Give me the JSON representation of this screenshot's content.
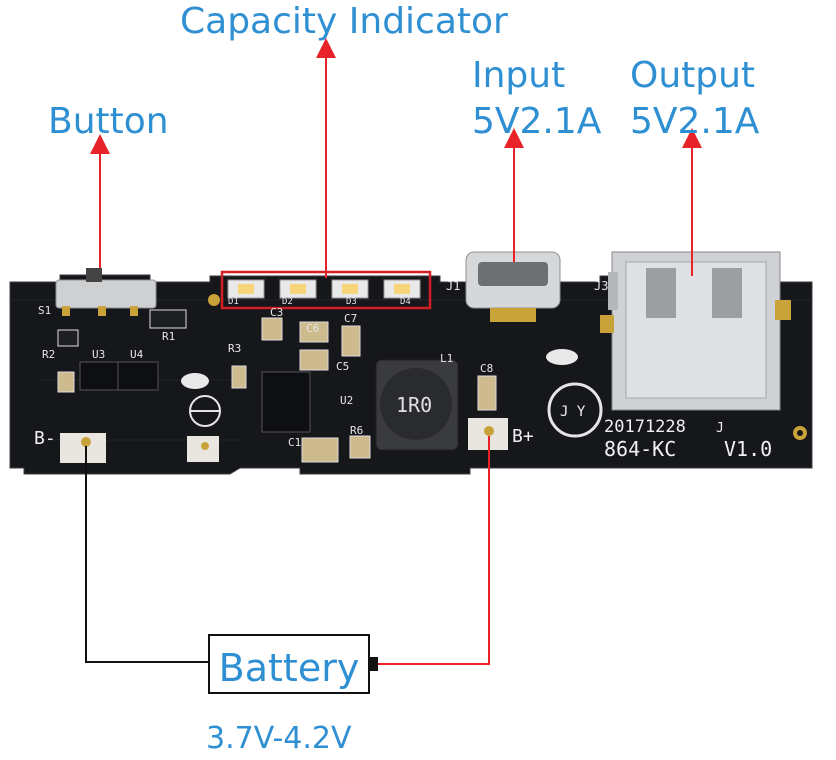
{
  "labels": {
    "capacity_indicator": "Capacity Indicator",
    "button": "Button",
    "input_line1": "Input",
    "input_line2": "5V2.1A",
    "output_line1": "Output",
    "output_line2": "5V2.1A",
    "battery": "Battery",
    "battery_voltage": "3.7V-4.2V"
  },
  "board": {
    "pad_negative": "B-",
    "pad_positive": "B+",
    "date_code": "20171228",
    "model": "864-KC",
    "version": "V1.0",
    "inductor_marking": "1R0",
    "logo_letters": "J Y",
    "silk_j": "J",
    "refs": {
      "s1": "S1",
      "j1": "J1",
      "j3": "J3",
      "u2": "U2",
      "u3": "U3",
      "u4": "U4",
      "l1": "L1",
      "r1": "R1",
      "r2": "R2",
      "r3": "R3",
      "r6": "R6",
      "c1": "C1",
      "c3": "C3",
      "c5": "C5",
      "c6": "C6",
      "c7": "C7",
      "c8": "C8",
      "d1": "D1",
      "d2": "D2",
      "d3": "D3",
      "d4": "D4"
    }
  },
  "colors": {
    "label_blue": "#2f8fd3",
    "arrow_red": "#e8232a",
    "pcb_black": "#16171b",
    "indicator_box_red": "#d11f26"
  }
}
